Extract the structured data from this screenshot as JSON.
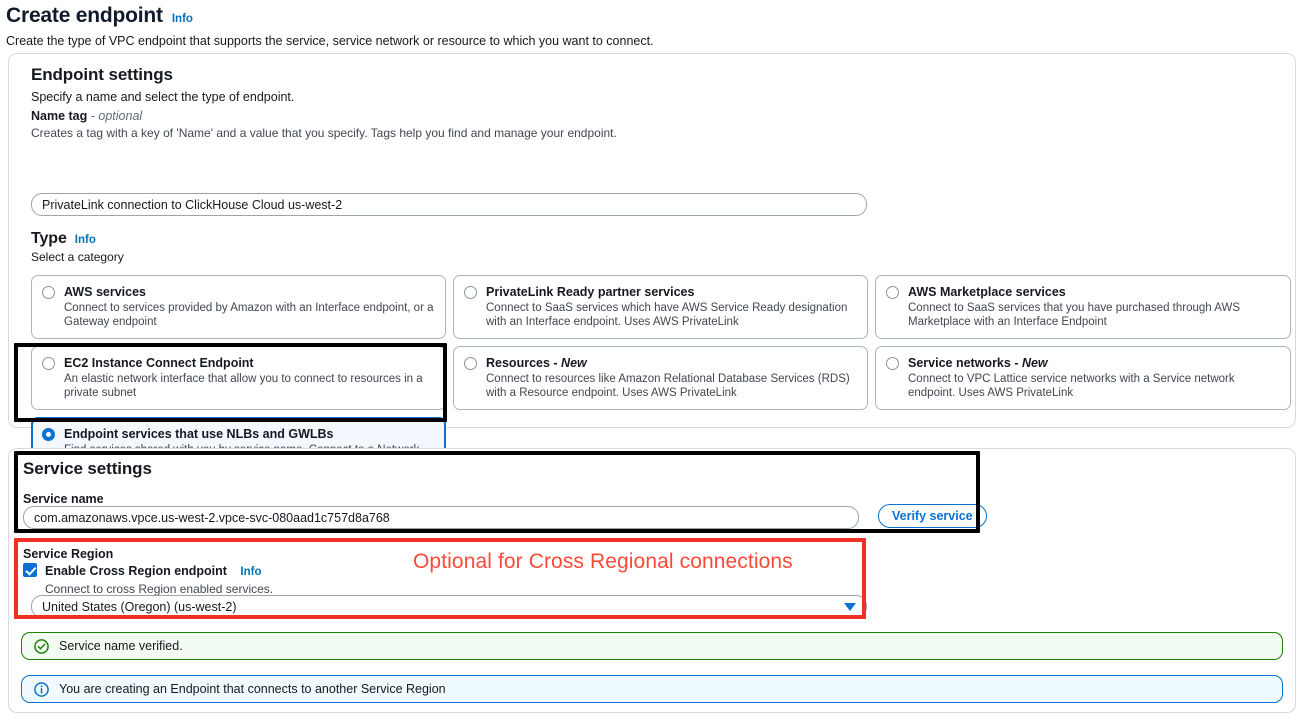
{
  "header": {
    "title": "Create endpoint",
    "info_label": "Info",
    "subtitle": "Create the type of VPC endpoint that supports the service, service network or resource to which you want to connect."
  },
  "endpoint_settings": {
    "title": "Endpoint settings",
    "subtitle": "Specify a name and select the type of endpoint.",
    "name_tag": {
      "label": "Name tag",
      "optional_suffix": "- optional",
      "description": "Creates a tag with a key of 'Name' and a value that you specify. Tags help you find and manage your endpoint.",
      "value": "PrivateLink connection to ClickHouse Cloud us-west-2",
      "placeholder": "Name tag"
    },
    "type": {
      "label": "Type",
      "info_label": "Info",
      "description": "Select a category",
      "options": [
        {
          "name": "AWS services",
          "description": "Connect to services provided by Amazon with an Interface endpoint, or a Gateway endpoint",
          "selected": false,
          "new": false
        },
        {
          "name": "PrivateLink Ready partner services",
          "description": "Connect to SaaS services which have AWS Service Ready designation with an Interface endpoint. Uses AWS PrivateLink",
          "selected": false,
          "new": false
        },
        {
          "name": "AWS Marketplace services",
          "description": "Connect to SaaS services that you have purchased through AWS Marketplace with an Interface Endpoint",
          "selected": false,
          "new": false
        },
        {
          "name": "EC2 Instance Connect Endpoint",
          "description": "An elastic network interface that allow you to connect to resources in a private subnet",
          "selected": false,
          "new": false
        },
        {
          "name": "Resources",
          "new_badge": "New",
          "description": "Connect to resources like Amazon Relational Database Services (RDS) with a Resource endpoint. Uses AWS PrivateLink",
          "selected": false,
          "new": true
        },
        {
          "name": "Service networks",
          "new_badge": "New",
          "description": "Connect to VPC Lattice service networks with a Service network endpoint. Uses AWS PrivateLink",
          "selected": false,
          "new": true
        },
        {
          "name": "Endpoint services that use NLBs and GWLBs",
          "description": "Find services shared with you by service name. Connect to a Network LoadBalancer (NLB) service with an Interface endpoint or to a Gateway LoadBalancer (GWLB) service with a Gateway Load Balancer endpoint",
          "selected": true,
          "new": false
        }
      ]
    }
  },
  "service_settings": {
    "title": "Service settings",
    "service_name": {
      "label": "Service name",
      "value": "com.amazonaws.vpce.us-west-2.vpce-svc-080aad1c757d8a768",
      "placeholder": "Service name"
    },
    "verify_button": "Verify service",
    "service_region": {
      "label": "Service Region",
      "checkbox_label": "Enable Cross Region endpoint",
      "checkbox_info": "Info",
      "checkbox_checked": true,
      "checkbox_description": "Connect to cross Region enabled services.",
      "selected_region": "United States (Oregon) (us-west-2)"
    }
  },
  "annotations": {
    "red_note": "Optional for Cross Regional connections",
    "red_color": "#ee3124",
    "black_color": "#000000"
  },
  "alerts": [
    {
      "type": "success",
      "icon": "check-circle-icon",
      "text": "Service name verified.",
      "color": "#1d8102"
    },
    {
      "type": "info",
      "icon": "info-circle-icon",
      "text": "You are creating an Endpoint that connects to another Service Region",
      "color": "#0972d3"
    }
  ]
}
